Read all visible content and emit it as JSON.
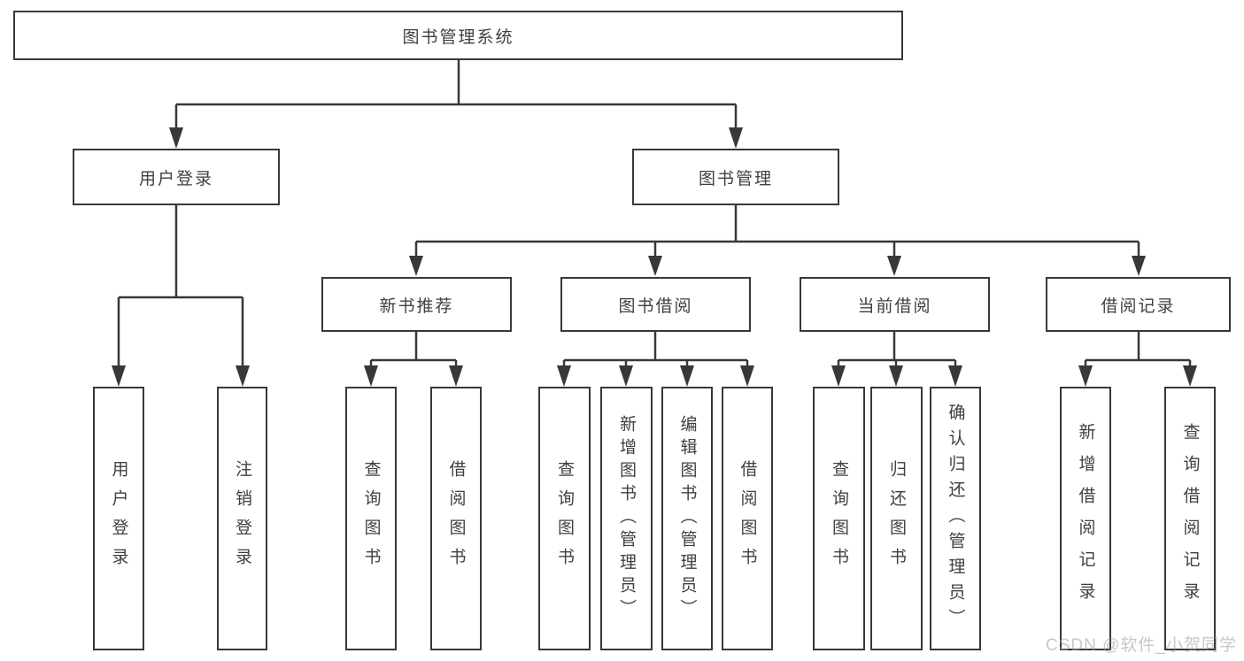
{
  "tree": {
    "label": "图书管理系统",
    "children": [
      {
        "label": "用户登录",
        "children": [
          {
            "label": "用户登录"
          },
          {
            "label": "注销登录"
          }
        ]
      },
      {
        "label": "图书管理",
        "children": [
          {
            "label": "新书推荐",
            "children": [
              {
                "label": "查询图书"
              },
              {
                "label": "借阅图书"
              }
            ]
          },
          {
            "label": "图书借阅",
            "children": [
              {
                "label": "查询图书"
              },
              {
                "label": "新增图书（管理员）"
              },
              {
                "label": "编辑图书（管理员）"
              },
              {
                "label": "借阅图书"
              }
            ]
          },
          {
            "label": "当前借阅",
            "children": [
              {
                "label": "查询图书"
              },
              {
                "label": "归还图书"
              },
              {
                "label": "确认归还（管理员）"
              }
            ]
          },
          {
            "label": "借阅记录",
            "children": [
              {
                "label": "新增借阅记录"
              },
              {
                "label": "查询借阅记录"
              }
            ]
          }
        ]
      }
    ]
  },
  "watermark": {
    "text": "CSDN @软件_小贺同学"
  },
  "colors": {
    "line": "#383838",
    "text": "#404040",
    "background": "#ffffff",
    "watermark": "#9a9a9a"
  }
}
